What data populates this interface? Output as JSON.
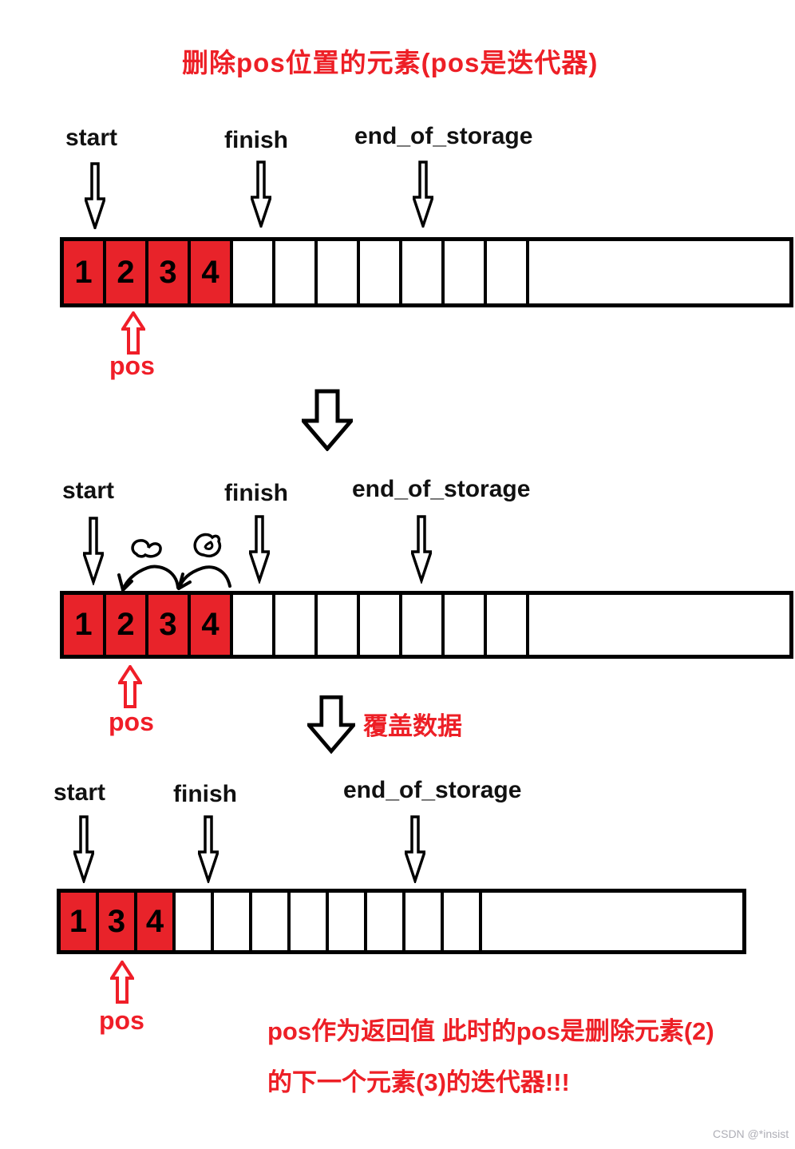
{
  "title": "删除pos位置的元素(pos是迭代器)",
  "labels": {
    "start": "start",
    "finish": "finish",
    "end_of_storage": "end_of_storage",
    "pos": "pos"
  },
  "transition": {
    "cover_label": "覆盖数据"
  },
  "note": {
    "line1": "pos作为返回值 此时的pos是删除元素(2)",
    "line2": "的下一个元素(3)的迭代器!!!"
  },
  "watermark": "CSDN @*insist",
  "colors": {
    "cell_red": "#e8232a",
    "accent_red": "#f01e28",
    "title_red": "#ed1f26",
    "line_black": "#000000",
    "watermark_gray": "#aeaeb6"
  },
  "diagrams": [
    {
      "name": "before-erase",
      "cells": [
        "1",
        "2",
        "3",
        "4"
      ],
      "empty_cells": 7
    },
    {
      "name": "covering-data",
      "cells": [
        "1",
        "2",
        "3",
        "4"
      ],
      "empty_cells": 7
    },
    {
      "name": "after-erase",
      "cells": [
        "1",
        "3",
        "4"
      ],
      "empty_cells": 8
    }
  ]
}
